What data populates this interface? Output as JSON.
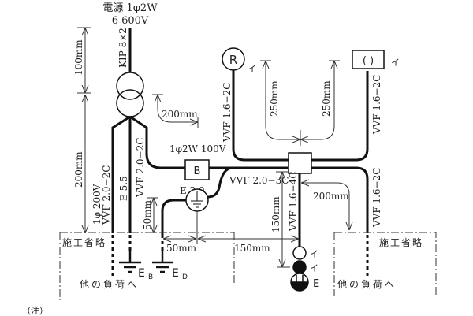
{
  "source": {
    "label": "電源 1φ2W",
    "voltage": "6 600V",
    "cable": "KIP 8×2"
  },
  "transformer_feeders": {
    "left_line1": "1φ 200V",
    "left_line2": "VVF 2.0−2C",
    "ground": "E 5.5",
    "right": "VVF 2.0−2C"
  },
  "panel": {
    "symbol": "B",
    "label": "1φ2W 100V"
  },
  "outlet_ground": {
    "label": "E 2.0"
  },
  "cables": {
    "main_3c": "VVF 2.0−3C",
    "to_outlets": "VVF 1.6−4C",
    "to_lamp_r": "VVF 1.6−2C",
    "to_ceiling": "VVF 1.6−2C",
    "to_right": "VVF 1.6−2C"
  },
  "fixtures": {
    "lamp_r": "R",
    "ceiling": "( )",
    "switch_label_1": "イ",
    "switch_label_2": "イ",
    "switch_label_3": "イ",
    "switch_label_4": "イ",
    "outlet_e": "E"
  },
  "dimensions": {
    "d100": "100mm",
    "d200_left": "200mm",
    "d200_top": "200mm",
    "d250_left": "250mm",
    "d250_right": "250mm",
    "d200_right": "200mm",
    "d150_vert": "150mm",
    "d50_vert": "50mm",
    "d50_horiz": "50mm",
    "d150_horiz": "150mm"
  },
  "omitted": {
    "left_label": "施工省略",
    "left_to_load": "他の負荷へ",
    "right_label": "施工省略",
    "right_to_load": "他の負荷へ"
  },
  "grounds": {
    "eb": "E",
    "eb_sub": "B",
    "ed": "E",
    "ed_sub": "D"
  },
  "note": "（注）"
}
